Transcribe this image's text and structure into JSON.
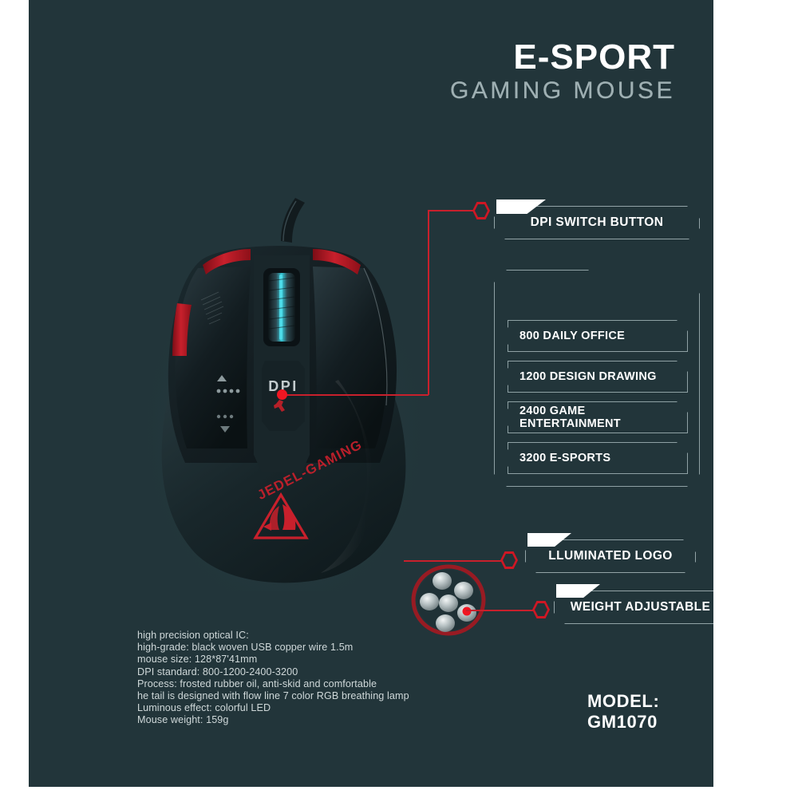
{
  "theme": {
    "panel_bg": "#22353a",
    "page_bg": "#ffffff",
    "accent_red": "#cf1724",
    "line_red": "#c8202c",
    "border_gray": "#93a4a7",
    "text_white": "#ffffff",
    "subtitle_gray": "#9fb0b3",
    "spec_gray": "#cfd8d9",
    "wheel_cyan": "#35c8d8"
  },
  "header": {
    "title": "E-SPORT",
    "subtitle": "GAMING MOUSE"
  },
  "callouts": [
    {
      "id": "dpi-switch-button",
      "label": "DPI SWITCH BUTTON"
    },
    {
      "id": "lluminated-logo",
      "label": "LLUMINATED LOGO"
    },
    {
      "id": "weight-adjustable",
      "label": "WEIGHT ADJUSTABLE"
    }
  ],
  "dpi_panel": {
    "rows": [
      {
        "dpi": "800",
        "label": "800 DAILY OFFICE"
      },
      {
        "dpi": "1200",
        "label": "1200 DESIGN DRAWING"
      },
      {
        "dpi": "2400",
        "label": "2400 GAME ENTERTAINMENT"
      },
      {
        "dpi": "3200",
        "label": "3200 E-SPORTS"
      }
    ]
  },
  "mouse": {
    "dpi_button_label": "DPI",
    "brand_text": "JEDEL-GAMING",
    "logo_name": "eagle-head-logo"
  },
  "weight_kit": {
    "pellet_count": 6,
    "name": "adjustable-weight-pellets"
  },
  "specs": [
    "high precision optical IC:",
    "high-grade: black woven USB copper wire 1.5m",
    "mouse size: 128*87'41mm",
    "DPI standard: 800-1200-2400-3200",
    "Process: frosted rubber oil, anti-skid and comfortable",
    "he tail is designed with flow line 7 color RGB breathing lamp",
    "Luminous effect: colorful LED",
    "Mouse weight: 159g"
  ],
  "footer": {
    "model": "MODEL: GM1070"
  }
}
